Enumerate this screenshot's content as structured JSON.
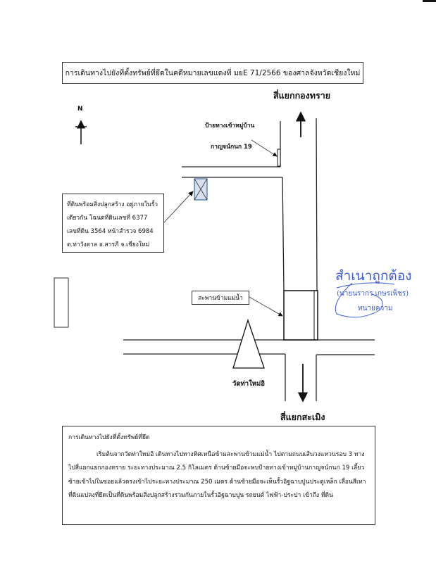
{
  "title": "การเดินทางไปยังที่ตั้งทรัพย์ที่ยึดในคดีหมายเลขแดงที่ มยE 71/2566  ของศาลจังหวัดเชียงใหม่",
  "map": {
    "north_label": "N",
    "north_destination": "สี่แยกกองทราย",
    "south_destination": "สี่แยกสะเมิง",
    "village_sign_line1": "ป้ายทางเข้าหมู่บ้าน",
    "village_sign_line2": "กาญจน์กนก 19",
    "bridge_label": "สะพานข้ามแม่น้ำ",
    "temple_label": "วัดท่าใหม่อิ",
    "property_info": [
      "ที่ดินพร้อมสิ่งปลูกสร้าง อยู่ภายในรั้ว",
      "เดียวกัน  โฉนดที่ดินเลขที่ 6377",
      "เลขที่ดิน 3564 หน้าสำรวจ 6984",
      "ต.ท่าวังตาล  อ.สารภี  จ.เชียงใหม่"
    ]
  },
  "stamp": {
    "certified": "สำเนาถูกต้อง",
    "name": "(นายนรากร  เกษรเพ็ชร)",
    "position": "ทนายความ",
    "color": "#3b5bd6"
  },
  "description": {
    "heading": "การเดินทางไปยังที่ตั้งทรัพย์ที่ยึด",
    "body": "เริ่มต้นจากวัดท่าใหม่อิ  เดินทางไปทางทิศเหนือข้ามสะพานข้ามแม่น้ำ  ไปตามถนนเส้นวงแหวนรอบ 3  ทาง ไปสี่แยกแยกกองทราย  ระยะทางประมาณ 2.5 กิโลเมตร   ด้านซ้ายมือจะพบป้ายทางเข้าหมู่บ้านกาญจน์กนก  19 เลี้ยวซ้ายเข้าไปในซอยแล้วตรงเข้าไประยะทางประมาณ  250  เมตร  ด้านซ้ายมือจะเห็นรั้วอิฐฉาบปูนประตูเหล็ก เลื่อนสีเทา  ที่ดินแปลงที่ยึดเป็นที่ดินพร้อมสิ่งปลูกสร้างรวมกันภายในรั้วอิฐฉาบปูน  รถยนต์  ไฟฟ้า-ประปา  เข้าถึง ที่ดิน"
  }
}
